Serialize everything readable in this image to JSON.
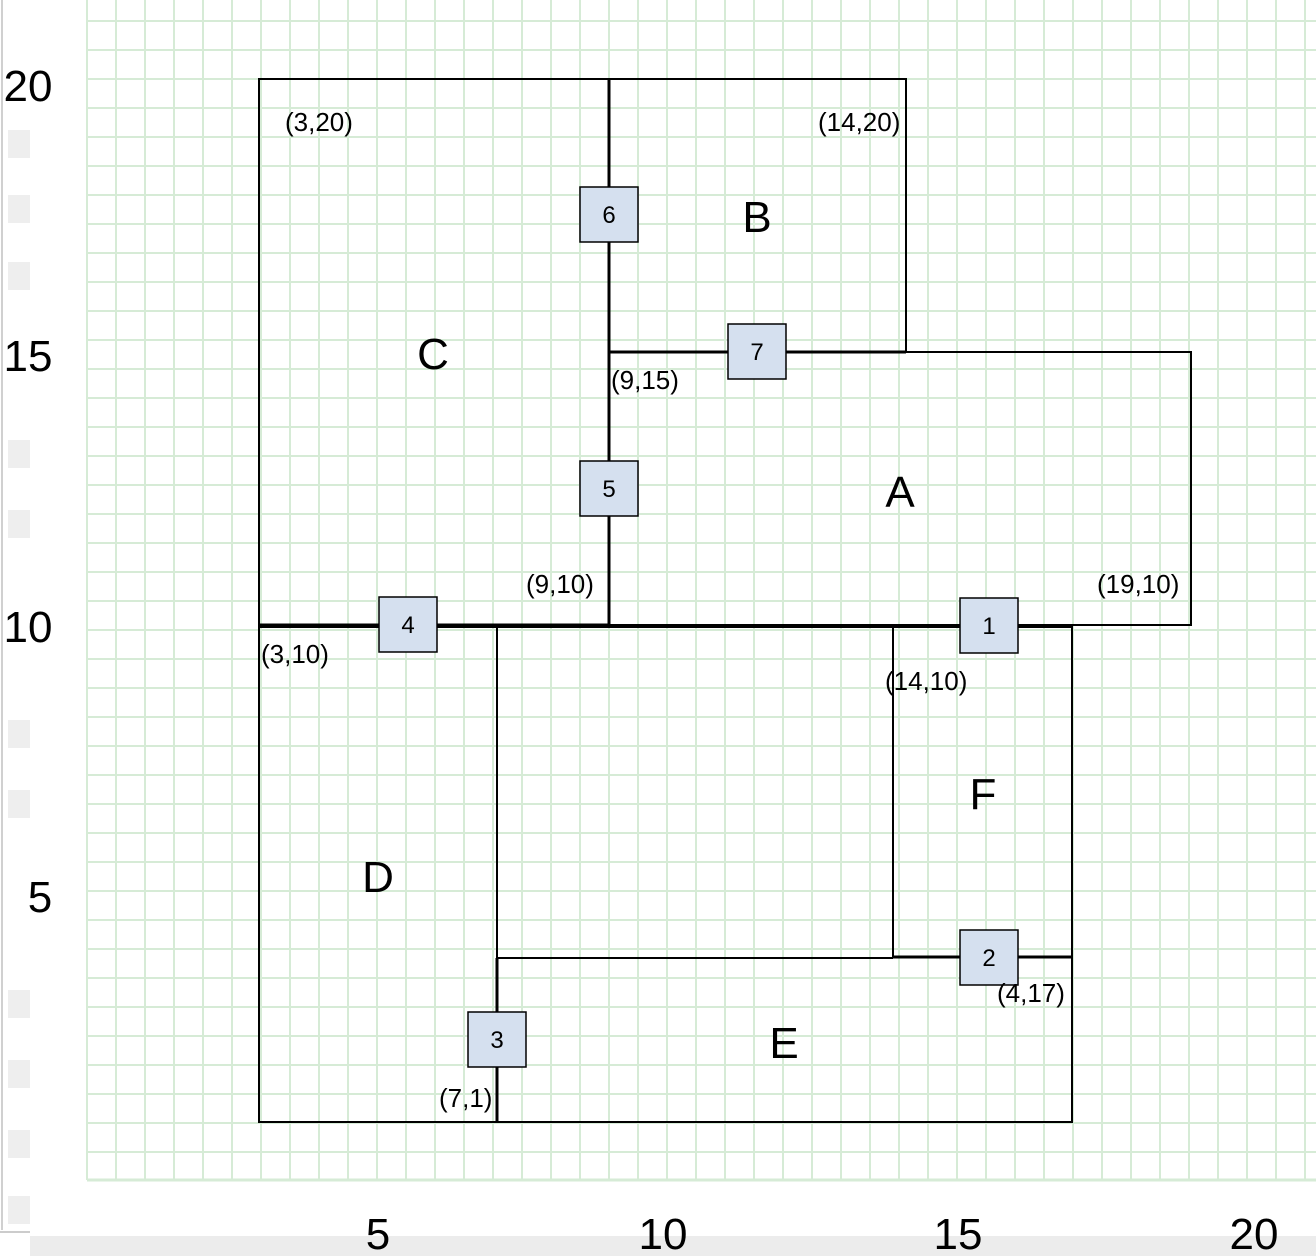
{
  "axes": {
    "x_ticks": [
      "5",
      "10",
      "15",
      "20"
    ],
    "y_ticks": [
      "20",
      "15",
      "10",
      "5"
    ]
  },
  "rooms": [
    {
      "label": "A"
    },
    {
      "label": "B"
    },
    {
      "label": "C"
    },
    {
      "label": "D"
    },
    {
      "label": "E"
    },
    {
      "label": "F"
    }
  ],
  "doors": [
    "1",
    "2",
    "3",
    "4",
    "5",
    "6",
    "7"
  ],
  "coordinates": [
    "(3,20)",
    "(14,20)",
    "(9,15)",
    "(9,10)",
    "(19,10)",
    "(3,10)",
    "(14,10)",
    "(4,17)",
    "(7,1)"
  ],
  "colors": {
    "grid": "#d6ebd6",
    "door_fill": "#d5e0ef",
    "line": "#000000"
  }
}
